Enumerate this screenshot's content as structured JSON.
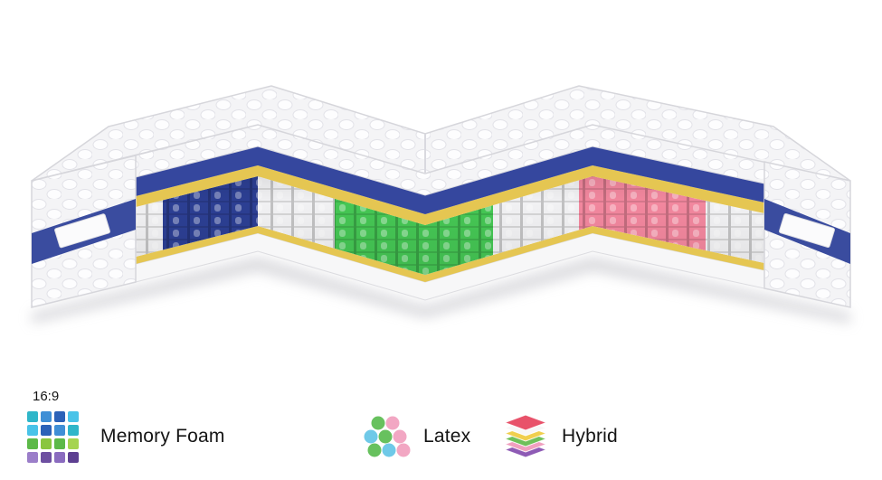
{
  "scene": {
    "description": "Cutaway mattress cross-section showing quilted pillow top, blue comfort layer, yellow foam layers and color-coded pocket spring zones (blue, white, green, pink) with fabric side panels",
    "colors": {
      "top_layer_blue": "#35479e",
      "foam_yellow": "#e5c652",
      "coil_white": "#f1f1f3",
      "coil_blue": "#2c3f93",
      "coil_green": "#45c654",
      "coil_pink": "#f2879e",
      "side_band_blue": "#3a4c9f",
      "base_white": "#f7f7f8",
      "shadow": "#d7d7db"
    }
  },
  "legend": {
    "aspect_label": "16:9",
    "items": [
      {
        "label": "Memory Foam",
        "icon": "memory-foam-grid-icon",
        "grid_colors": [
          "#2fb6c9",
          "#3f8fd6",
          "#2b62b8",
          "#49c3e8",
          "#49c3e8",
          "#2b62b8",
          "#3f8fd6",
          "#2fb6c9",
          "#5cb948",
          "#8ac63f",
          "#5cb948",
          "#a5d44f",
          "#9b7ec9",
          "#6d4fa1",
          "#8a6bbf",
          "#5d3f91"
        ]
      },
      {
        "label": "Latex",
        "icon": "latex-dots-icon",
        "dot_colors": [
          "#67c15e",
          "#f2a7c3",
          "#6fc9e8",
          "#67c15e",
          "#f2a7c3",
          "#67c15e",
          "#6fc9e8",
          "#f2a7c3"
        ]
      },
      {
        "label": "Hybrid",
        "icon": "hybrid-layers-icon",
        "layer_colors": [
          "#e8526a",
          "#f7f7f7",
          "#f0cf4e",
          "#6fc05a",
          "#f0a0bf",
          "#8e5bb5"
        ]
      }
    ]
  }
}
